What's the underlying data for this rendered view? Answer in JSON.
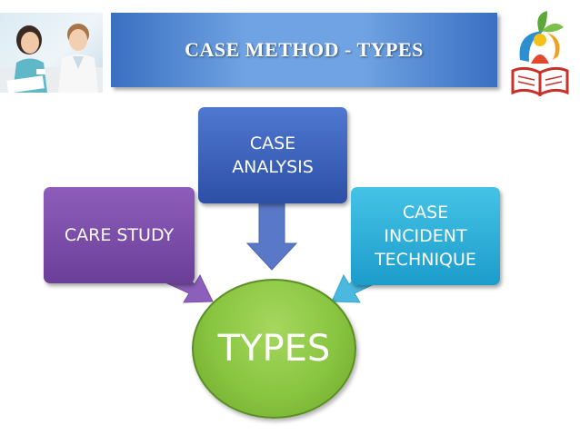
{
  "header": {
    "title": "CASE METHOD - TYPES"
  },
  "diagram": {
    "center": "TYPES",
    "nodes": [
      {
        "lines": [
          "CARE STUDY"
        ]
      },
      {
        "lines": [
          "CASE",
          "ANALYSIS"
        ]
      },
      {
        "lines": [
          "CASE",
          "INCIDENT",
          "TECHNIQUE"
        ]
      }
    ]
  },
  "colors": {
    "banner": "#5b8fd8",
    "box_left": "#7b4fac",
    "box_top": "#3b62bf",
    "box_right": "#2fb2dc",
    "center": "#88c540",
    "arrow_left": "#8b5fba",
    "arrow_top": "#5a78c8",
    "arrow_right": "#4bb8e0"
  },
  "icons": [
    "staff-photo",
    "education-logo-icon"
  ]
}
